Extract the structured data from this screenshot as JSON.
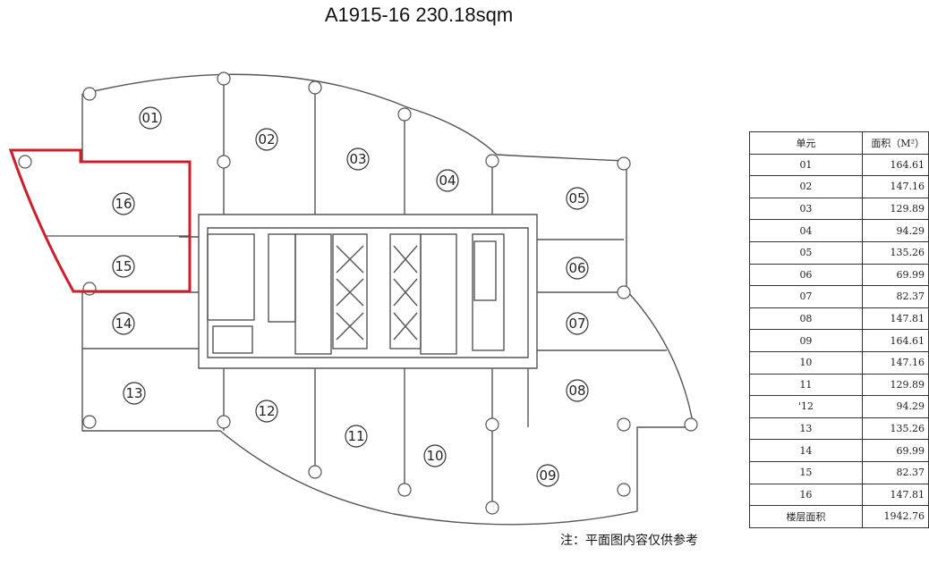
{
  "title": "A1915-16 230.18sqm",
  "units": [
    "01",
    "02",
    "03",
    "04",
    "05",
    "06",
    "07",
    "08",
    "09",
    "10",
    "11",
    "12",
    "13",
    "14",
    "15",
    "16"
  ],
  "table": {
    "headers": [
      "单元",
      "面积（M²）"
    ],
    "rows": [
      [
        "01",
        "164.61"
      ],
      [
        "02",
        "147.16"
      ],
      [
        "03",
        "129.89"
      ],
      [
        "04",
        "94.29"
      ],
      [
        "05",
        "135.26"
      ],
      [
        "06",
        "69.99"
      ],
      [
        "07",
        "82.37"
      ],
      [
        "08",
        "147.81"
      ],
      [
        "09",
        "164.61"
      ],
      [
        "10",
        "147.16"
      ],
      [
        "11",
        "129.89"
      ],
      [
        "'12",
        "94.29"
      ],
      [
        "13",
        "135.26"
      ],
      [
        "14",
        "69.99"
      ],
      [
        "15",
        "82.37"
      ],
      [
        "16",
        "147.81"
      ],
      [
        "楼层面积",
        "1942.76"
      ]
    ]
  },
  "note": "注：平面图内容仅供参考",
  "highlight": {
    "units": [
      "15",
      "16"
    ],
    "color": "#cc1f2b"
  }
}
